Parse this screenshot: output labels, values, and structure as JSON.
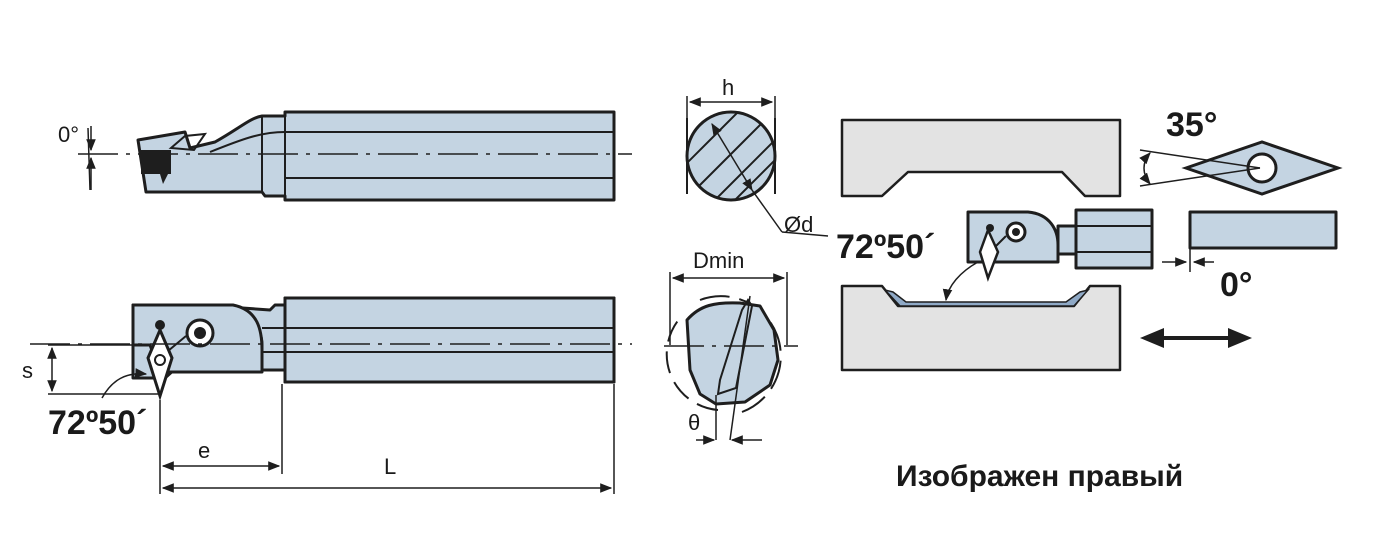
{
  "labels": {
    "angle_zero_small": "0°",
    "s": "s",
    "approach_angle_left": "72º50´",
    "e": "e",
    "L": "L",
    "h": "h",
    "d": "Ød",
    "dmin": "Dmin",
    "theta": "θ",
    "insert_angle": "35°",
    "approach_angle_right": "72º50´",
    "angle_zero_big": "0°",
    "caption": "Изображен правый"
  },
  "colors": {
    "holder": "#c4d4e2",
    "workpiece": "#e3e3e3",
    "cut_surface": "#8fa9c6",
    "outline": "#1e1e1e"
  }
}
